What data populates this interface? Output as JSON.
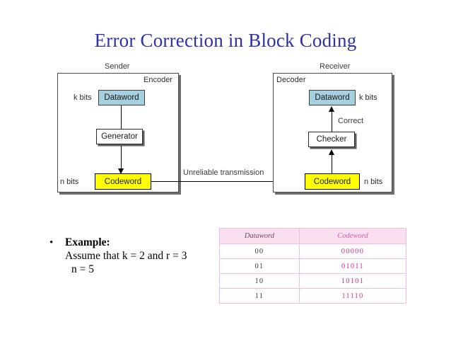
{
  "slide": {
    "title": "Error Correction in Block Coding",
    "title_color": "#2d31a6"
  },
  "diagram": {
    "sender_label": "Sender",
    "receiver_label": "Receiver",
    "encoder_label": "Encoder",
    "decoder_label": "Decoder",
    "transmission_label": "Unreliable transmission",
    "correct_label": "Correct",
    "sender": {
      "dataword_node": "Dataword",
      "dataword_bits": "k bits",
      "generator_node": "Generator",
      "codeword_node": "Codeword",
      "codeword_bits": "n bits"
    },
    "receiver": {
      "dataword_node": "Dataword",
      "dataword_bits": "k bits",
      "checker_node": "Checker",
      "codeword_node": "Codeword",
      "codeword_bits": "n bits"
    },
    "colors": {
      "dataword_fill": "#a6cfe0",
      "codeword_fill": "#ffff00",
      "processor_fill": "#ffffff",
      "panel_border": "#4a4a4a",
      "arrow": "#000000"
    }
  },
  "bullet": {
    "marker": "•",
    "heading": "Example:",
    "line1": "Assume that k = 2 and r = 3",
    "line2": "n = 5"
  },
  "table": {
    "headers": [
      "Dataword",
      "Codeword"
    ],
    "rows": [
      {
        "dataword": "00",
        "codeword": "00000"
      },
      {
        "dataword": "01",
        "codeword": "01011"
      },
      {
        "dataword": "10",
        "codeword": "10101"
      },
      {
        "dataword": "11",
        "codeword": "11110"
      }
    ],
    "header_bg": "#f9dff0",
    "codeword_color": "#d5318f",
    "border_color": "#edc0dd"
  }
}
